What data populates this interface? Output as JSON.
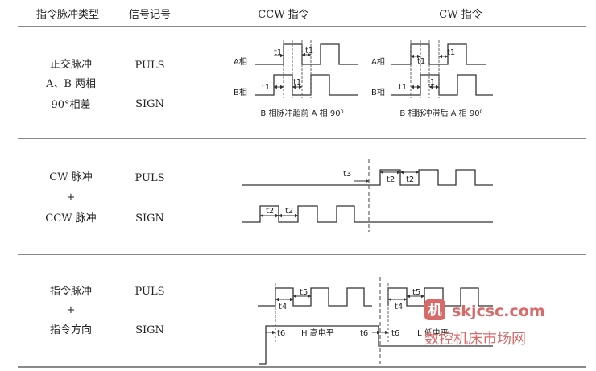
{
  "header": {
    "type": "指令脉冲类型",
    "signal": "信号记号",
    "ccw": "CCW 指令",
    "cw": "CW 指令"
  },
  "rows": [
    {
      "type_lines": [
        "正交脉冲",
        "A、B 两相",
        "90°相差"
      ],
      "signals": [
        "PULS",
        "SIGN"
      ],
      "wave_labels": {
        "a_phase": "A相",
        "b_phase": "B相",
        "t1": "t1",
        "ccw_caption": "B 相脉冲超前 A 相 90⁰",
        "cw_caption": "B 相脉冲滞后 A 相 90⁰"
      }
    },
    {
      "type_lines": [
        "CW 脉冲",
        "+",
        "CCW 脉冲"
      ],
      "signals": [
        "PULS",
        "SIGN"
      ],
      "wave_labels": {
        "t2": "t2",
        "t3": "t3"
      }
    },
    {
      "type_lines": [
        "指令脉冲",
        "+",
        "指令方向"
      ],
      "signals": [
        "PULS",
        "SIGN"
      ],
      "wave_labels": {
        "t4": "t4",
        "t5": "t5",
        "t6": "t6",
        "high": "H 高电平",
        "low": "L 低电平"
      }
    }
  ],
  "watermark": {
    "logo_char": "机",
    "site": "skjcsc.com",
    "name": "数控机床市场网",
    "color": "#d86a6a"
  }
}
